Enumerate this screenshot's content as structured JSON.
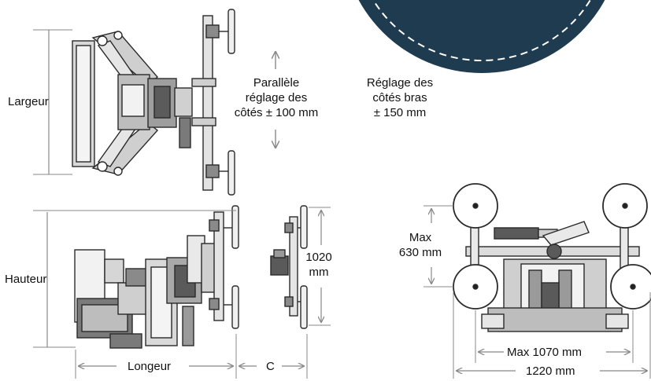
{
  "colors": {
    "badge_fill": "#1e3b4f",
    "badge_dash": "#ffffff",
    "line": "#222222",
    "dim": "#888888",
    "machine_light": "#dcdcdc",
    "machine_mid": "#9a9a9a",
    "machine_dark": "#3a3a3a"
  },
  "labels": {
    "largeur": "Largeur",
    "parallel_line1": "Parallèle",
    "parallel_line2": "réglage des",
    "parallel_line3": "côtés ± 100 mm",
    "arms_line1": "Réglage des",
    "arms_line2": "côtés bras",
    "arms_line3": "± 150 mm",
    "hauteur": "Hauteur",
    "longeur": "Longeur",
    "c": "C",
    "height_1020_line1": "1020",
    "height_1020_line2": "mm",
    "max630_line1": "Max",
    "max630_line2": "630 mm",
    "max1070": "Max 1070 mm",
    "width1220": "1220 mm"
  }
}
